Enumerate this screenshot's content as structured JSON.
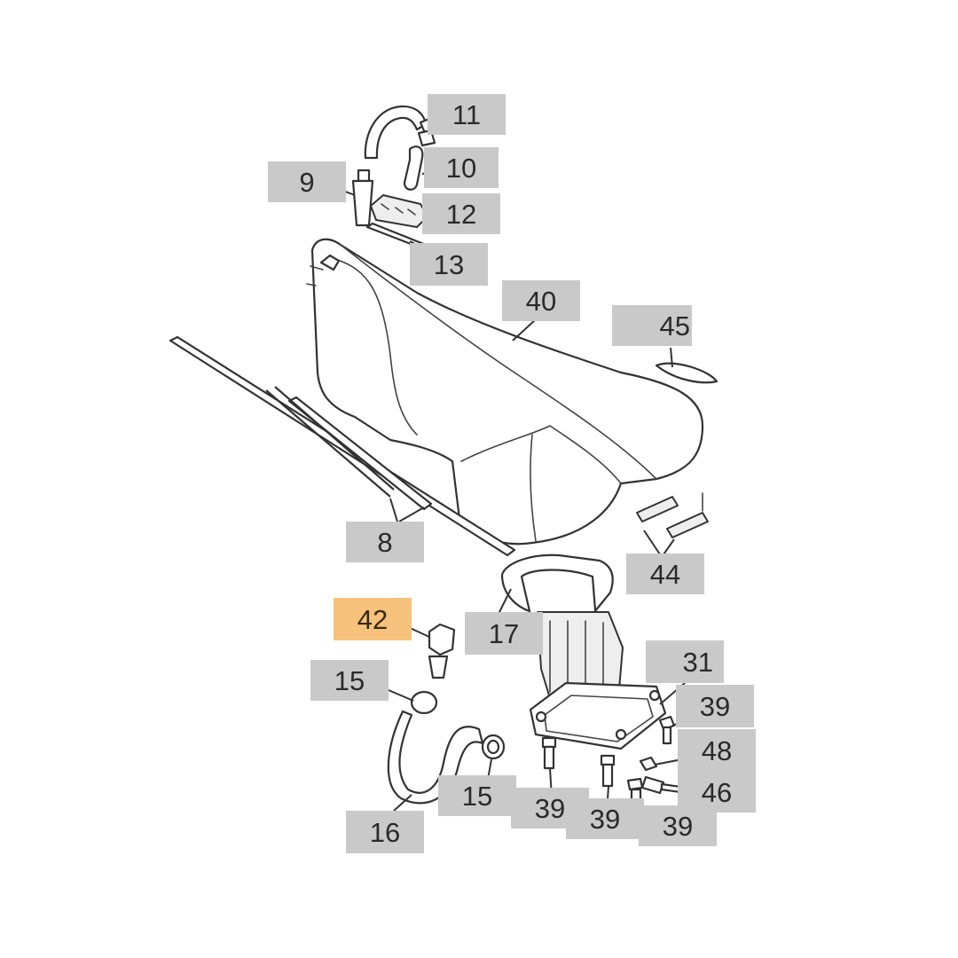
{
  "diagram": {
    "highlight_color": "#f7c27b",
    "label_color": "#c9c9c9",
    "callouts": [
      {
        "id": "c11",
        "text": "11"
      },
      {
        "id": "c10",
        "text": "10"
      },
      {
        "id": "c9",
        "text": "9"
      },
      {
        "id": "c12",
        "text": "12"
      },
      {
        "id": "c13",
        "text": "13"
      },
      {
        "id": "c40",
        "text": "40"
      },
      {
        "id": "c45",
        "text": "45"
      },
      {
        "id": "c8",
        "text": "8"
      },
      {
        "id": "c44",
        "text": "44"
      },
      {
        "id": "c42",
        "text": "42",
        "highlighted": true
      },
      {
        "id": "c17",
        "text": "17"
      },
      {
        "id": "c31",
        "text": "31"
      },
      {
        "id": "c15a",
        "text": "15"
      },
      {
        "id": "c39a",
        "text": "39"
      },
      {
        "id": "c48",
        "text": "48"
      },
      {
        "id": "c46",
        "text": "46"
      },
      {
        "id": "c15b",
        "text": "15"
      },
      {
        "id": "c39b",
        "text": "39"
      },
      {
        "id": "c39c",
        "text": "39"
      },
      {
        "id": "c39d",
        "text": "39"
      },
      {
        "id": "c16",
        "text": "16"
      }
    ]
  }
}
